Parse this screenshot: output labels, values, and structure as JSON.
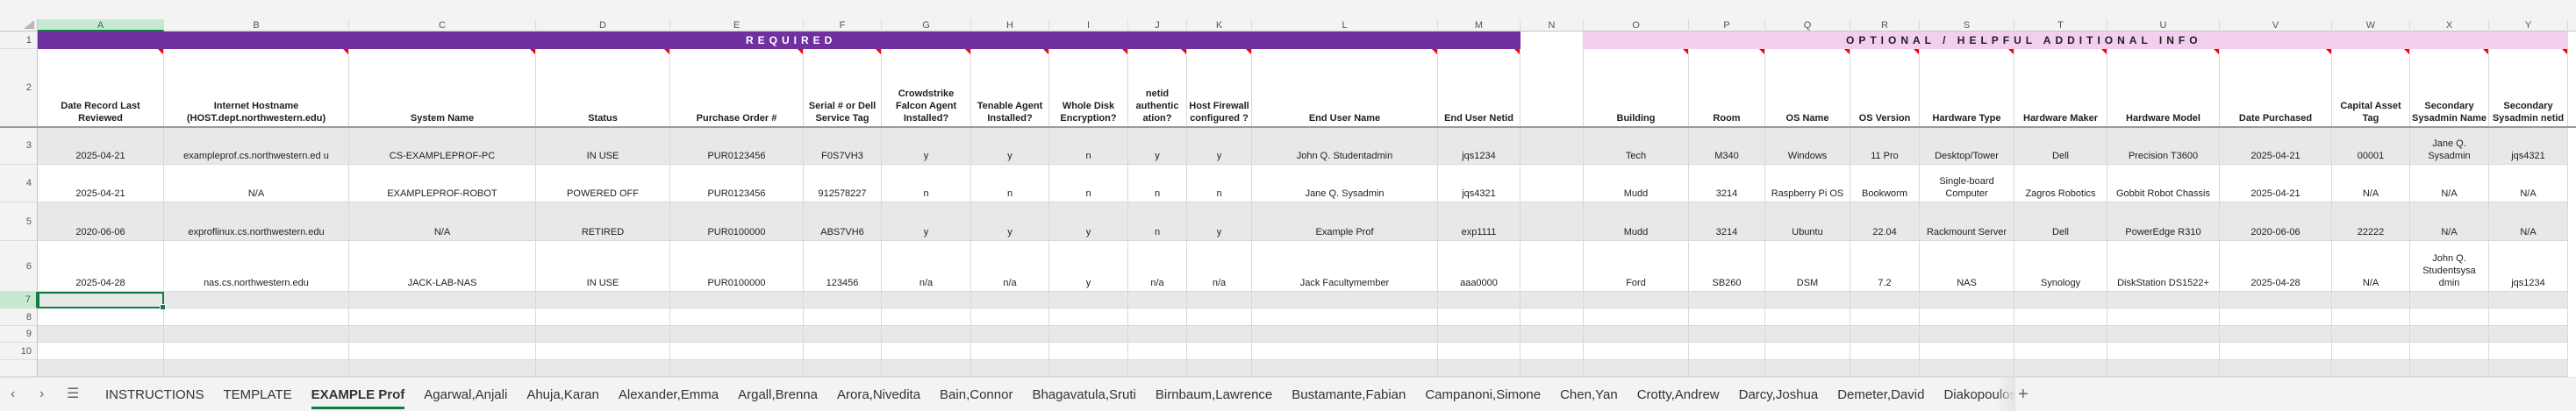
{
  "spreadsheet": {
    "column_letters": [
      "A",
      "B",
      "C",
      "D",
      "E",
      "F",
      "G",
      "H",
      "I",
      "J",
      "K",
      "L",
      "M",
      "N",
      "O",
      "P",
      "Q",
      "R",
      "S",
      "T",
      "U",
      "V",
      "W",
      "X",
      "Y"
    ],
    "active_column": "A",
    "active_row": "7",
    "section_bands": {
      "required": "REQUIRED",
      "optional": "OPTIONAL / HELPFUL ADDITIONAL INFO"
    },
    "headers": [
      "Date Record Last Reviewed",
      "Internet Hostname (HOST.dept.northwestern.edu)",
      "System Name",
      "Status",
      "Purchase Order #",
      "Serial # or Dell Service Tag",
      "Crowdstrike Falcon Agent Installed?",
      "Tenable Agent Installed?",
      "Whole Disk Encryption?",
      "netid authentic ation?",
      "Host Firewall configured ?",
      "End User Name",
      "End User Netid",
      "",
      "Building",
      "Room",
      "OS Name",
      "OS Version",
      "Hardware Type",
      "Hardware Maker",
      "Hardware Model",
      "Date Purchased",
      "Capital Asset Tag",
      "Secondary Sysadmin Name",
      "Secondary Sysadmin netid"
    ],
    "rows": [
      {
        "row_number": "3",
        "cells": [
          "2025-04-21",
          "exampleprof.cs.northwestern.ed u",
          "CS-EXAMPLEPROF-PC",
          "IN USE",
          "PUR0123456",
          "F0S7VH3",
          "y",
          "y",
          "n",
          "y",
          "y",
          "John Q. Studentadmin",
          "jqs1234",
          "",
          "Tech",
          "M340",
          "Windows",
          "11 Pro",
          "Desktop/Tower",
          "Dell",
          "Precision T3600",
          "2025-04-21",
          "00001",
          "Jane Q. Sysadmin",
          "jqs4321"
        ]
      },
      {
        "row_number": "4",
        "cells": [
          "2025-04-21",
          "N/A",
          "EXAMPLEPROF-ROBOT",
          "POWERED OFF",
          "PUR0123456",
          "912578227",
          "n",
          "n",
          "n",
          "n",
          "n",
          "Jane Q. Sysadmin",
          "jqs4321",
          "",
          "Mudd",
          "3214",
          "Raspberry Pi OS",
          "Bookworm",
          "Single-board Computer",
          "Zagros Robotics",
          "Gobbit Robot Chassis",
          "2025-04-21",
          "N/A",
          "N/A",
          "N/A"
        ]
      },
      {
        "row_number": "5",
        "cells": [
          "2020-06-06",
          "exproflinux.cs.northwestern.edu",
          "N/A",
          "RETIRED",
          "PUR0100000",
          "ABS7VH6",
          "y",
          "y",
          "y",
          "n",
          "y",
          "Example Prof",
          "exp1111",
          "",
          "Mudd",
          "3214",
          "Ubuntu",
          "22.04",
          "Rackmount Server",
          "Dell",
          "PowerEdge R310",
          "2020-06-06",
          "22222",
          "N/A",
          "N/A"
        ]
      },
      {
        "row_number": "6",
        "cells": [
          "2025-04-28",
          "nas.cs.northwestern.edu",
          "JACK-LAB-NAS",
          "IN USE",
          "PUR0100000",
          "123456",
          "n/a",
          "n/a",
          "y",
          "n/a",
          "n/a",
          "Jack Facultymember",
          "aaa0000",
          "",
          "Ford",
          "SB260",
          "DSM",
          "7.2",
          "NAS",
          "Synology",
          "DiskStation DS1522+",
          "2025-04-28",
          "N/A",
          "John Q. Studentsysa dmin",
          "jqs1234"
        ]
      }
    ],
    "empty_rows": [
      "7",
      "8",
      "9",
      "10"
    ],
    "header_row_numbers": [
      "1",
      "2"
    ]
  },
  "tabbar": {
    "prev_label": "‹",
    "next_label": "›",
    "all_sheets_label": "☰",
    "add_label": "+",
    "active_tab": "EXAMPLE Prof",
    "tabs": [
      "INSTRUCTIONS",
      "TEMPLATE",
      "EXAMPLE Prof",
      "Agarwal,Anjali",
      "Ahuja,Karan",
      "Alexander,Emma",
      "Argall,Brenna",
      "Arora,Nivedita",
      "Bain,Connor",
      "Bhagavatula,Sruti",
      "Birnbaum,Lawrence",
      "Bustamante,Fabian",
      "Campanoni,Simone",
      "Chen,Yan",
      "Crotty,Andrew",
      "Darcy,Joshua",
      "Demeter,David",
      "Diakopoulos,Nick"
    ]
  },
  "colors": {
    "required_band": "#7030a0",
    "optional_band": "#f2cfee",
    "accent": "#107c41",
    "comment_marker": "#ff0000",
    "row_shade": "#e8e8e8"
  }
}
